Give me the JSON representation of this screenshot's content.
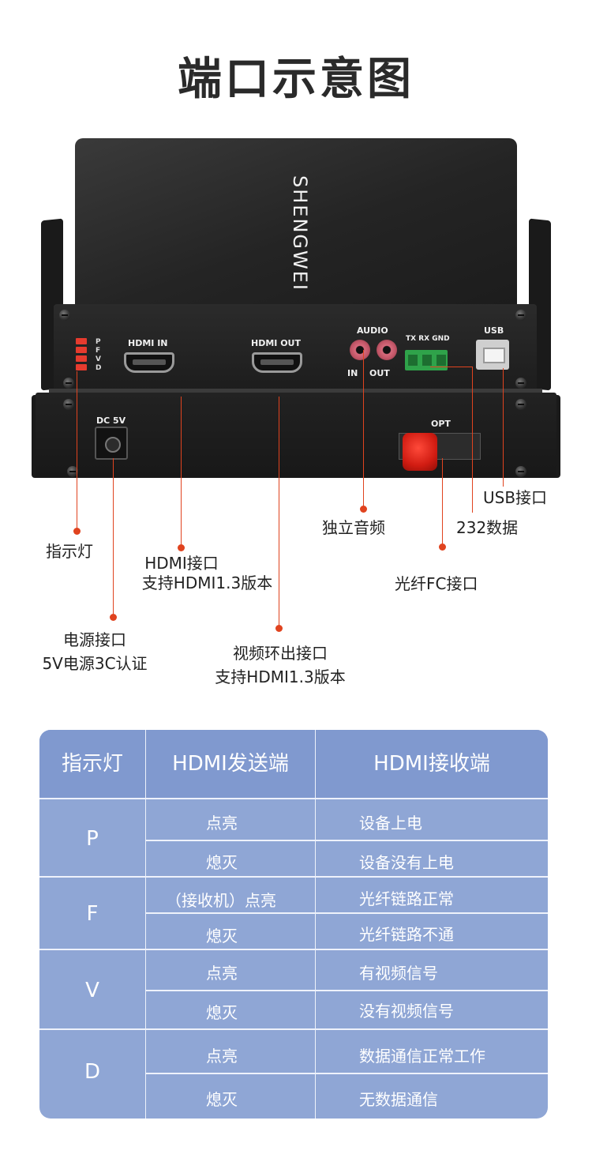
{
  "title": "端口示意图",
  "device": {
    "brand": "SHENGWEI",
    "led_letters": [
      "P",
      "F",
      "V",
      "D"
    ],
    "port_labels": {
      "hdmi_in": "HDMI  IN",
      "hdmi_out": "HDMI  OUT",
      "audio": "AUDIO",
      "audio_in": "IN",
      "audio_out": "OUT",
      "terminal": "TX RX GND",
      "usb": "USB",
      "dc": "DC 5V",
      "opt": "OPT"
    }
  },
  "callouts": {
    "indicator": "指示灯",
    "hdmi_port_line1": "HDMI接口",
    "hdmi_port_line2": "支持HDMI1.3版本",
    "power_line1": "电源接口",
    "power_line2": "5V电源3C认证",
    "loop_line1": "视频环出接口",
    "loop_line2": "支持HDMI1.3版本",
    "audio": "独立音频",
    "usb": "USB接口",
    "rs232": "232数据",
    "fiber": "光纤FC接口"
  },
  "table": {
    "headers": [
      "指示灯",
      "HDMI发送端",
      "HDMI接收端"
    ],
    "groups": [
      {
        "label": "P",
        "rows": [
          {
            "sender": "点亮",
            "receiver": "设备上电"
          },
          {
            "sender": "熄灭",
            "receiver": "设备没有上电"
          }
        ]
      },
      {
        "label": "F",
        "rows": [
          {
            "sender": "（接收机）点亮",
            "receiver": "光纤链路正常"
          },
          {
            "sender": "熄灭",
            "receiver": "光纤链路不通"
          }
        ]
      },
      {
        "label": "V",
        "rows": [
          {
            "sender": "点亮",
            "receiver": "有视频信号"
          },
          {
            "sender": "熄灭",
            "receiver": "没有视频信号"
          }
        ]
      },
      {
        "label": "D",
        "rows": [
          {
            "sender": "点亮",
            "receiver": "数据通信正常工作"
          },
          {
            "sender": "熄灭",
            "receiver": "无数据通信"
          }
        ]
      }
    ]
  }
}
